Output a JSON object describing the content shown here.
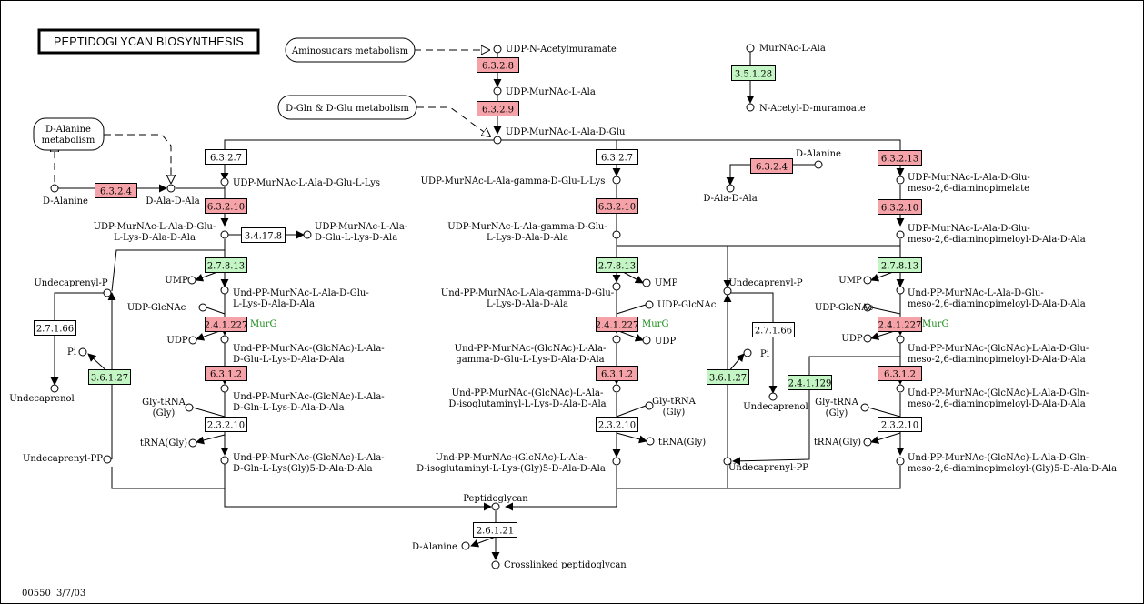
{
  "title": "PEPTIDOGLYCAN BIOSYNTHESIS",
  "footer": {
    "map_id": "00550",
    "date": "3/7/03"
  },
  "links": [
    {
      "id": "aminosugars",
      "label": "Aminosugars metabolism"
    },
    {
      "id": "dgln",
      "label": "D-Gln & D-Glu metabolism"
    },
    {
      "id": "dala",
      "label": [
        "D-Alanine",
        "metabolism"
      ]
    }
  ],
  "enzymes": [
    {
      "id": "e6328",
      "label": "6.3.2.8",
      "color": "pink"
    },
    {
      "id": "e6329",
      "label": "6.3.2.9",
      "color": "pink"
    },
    {
      "id": "e35128",
      "label": "3.5.1.28",
      "color": "green"
    },
    {
      "id": "e6324a",
      "label": "6.3.2.4",
      "color": "pink"
    },
    {
      "id": "e6327a",
      "label": "6.3.2.7",
      "color": "white"
    },
    {
      "id": "e63210a",
      "label": "6.3.2.10",
      "color": "pink"
    },
    {
      "id": "e34178",
      "label": "3.4.17.8",
      "color": "white"
    },
    {
      "id": "e27813a",
      "label": "2.7.8.13",
      "color": "green"
    },
    {
      "id": "e24127a",
      "label": "2.4.1.227",
      "color": "pink"
    },
    {
      "id": "e6312a",
      "label": "6.3.1.2",
      "color": "pink"
    },
    {
      "id": "e23210a",
      "label": "2.3.2.10",
      "color": "white"
    },
    {
      "id": "e27166a",
      "label": "2.7.1.66",
      "color": "white"
    },
    {
      "id": "e36127a",
      "label": "3.6.1.27",
      "color": "green"
    },
    {
      "id": "e6327b",
      "label": "6.3.2.7",
      "color": "white"
    },
    {
      "id": "e63210b",
      "label": "6.3.2.10",
      "color": "pink"
    },
    {
      "id": "e27813b",
      "label": "2.7.8.13",
      "color": "green"
    },
    {
      "id": "e24127b",
      "label": "2.4.1.227",
      "color": "pink"
    },
    {
      "id": "e6312b",
      "label": "6.3.1.2",
      "color": "pink"
    },
    {
      "id": "e23210b",
      "label": "2.3.2.10",
      "color": "white"
    },
    {
      "id": "e6324b",
      "label": "6.3.2.4",
      "color": "pink"
    },
    {
      "id": "e27166b",
      "label": "2.7.1.66",
      "color": "white"
    },
    {
      "id": "e36127b",
      "label": "3.6.1.27",
      "color": "green"
    },
    {
      "id": "e241129",
      "label": "2.4.1.129",
      "color": "green"
    },
    {
      "id": "e63213",
      "label": "6.3.2.13",
      "color": "pink"
    },
    {
      "id": "e63210c",
      "label": "6.3.2.10",
      "color": "pink"
    },
    {
      "id": "e27813c",
      "label": "2.7.8.13",
      "color": "green"
    },
    {
      "id": "e24127c",
      "label": "2.4.1.227",
      "color": "pink"
    },
    {
      "id": "e6312c",
      "label": "6.3.1.2",
      "color": "pink"
    },
    {
      "id": "e23210c",
      "label": "2.3.2.10",
      "color": "white"
    },
    {
      "id": "e26121",
      "label": "2.6.1.21",
      "color": "white"
    }
  ],
  "gene_labels": [
    {
      "id": "murg1",
      "label": "MurG"
    },
    {
      "id": "murg2",
      "label": "MurG"
    },
    {
      "id": "murg3",
      "label": "MurG"
    }
  ],
  "compounds": [
    {
      "id": "c1",
      "lines": [
        "UDP-N-Acetylmuramate"
      ]
    },
    {
      "id": "c2",
      "lines": [
        "UDP-MurNAc-L-Ala"
      ]
    },
    {
      "id": "c3",
      "lines": [
        "UDP-MurNAc-L-Ala-D-Glu"
      ]
    },
    {
      "id": "c4",
      "lines": [
        "MurNAc-L-Ala"
      ]
    },
    {
      "id": "c5",
      "lines": [
        "N-Acetyl-D-muramoate"
      ]
    },
    {
      "id": "c6",
      "lines": [
        "D-Alanine"
      ]
    },
    {
      "id": "c7",
      "lines": [
        "D-Ala-D-Ala"
      ]
    },
    {
      "id": "c8",
      "lines": [
        "UDP-MurNAc-L-Ala-D-Glu-L-Lys"
      ]
    },
    {
      "id": "c9",
      "lines": [
        "UDP-MurNAc-L-Ala-D-Glu-",
        "L-Lys-D-Ala-D-Ala"
      ]
    },
    {
      "id": "c10",
      "lines": [
        "UDP-MurNAc-L-Ala-",
        "D-Glu-L-Lys-D-Ala"
      ]
    },
    {
      "id": "c11",
      "lines": [
        "Undecaprenyl-P"
      ]
    },
    {
      "id": "c12",
      "lines": [
        "UMP"
      ]
    },
    {
      "id": "c13",
      "lines": [
        "Und-PP-MurNAc-L-Ala-D-Glu-",
        "L-Lys-D-Ala-D-Ala"
      ]
    },
    {
      "id": "c14",
      "lines": [
        "UDP-GlcNAc"
      ]
    },
    {
      "id": "c15",
      "lines": [
        "UDP"
      ]
    },
    {
      "id": "c16",
      "lines": [
        "Und-PP-MurNAc-(GlcNAc)-L-Ala-",
        "D-Glu-L-Lys-D-Ala-D-Ala"
      ]
    },
    {
      "id": "c17",
      "lines": [
        "Pi"
      ]
    },
    {
      "id": "c18",
      "lines": [
        "Undecaprenol"
      ]
    },
    {
      "id": "c19",
      "lines": [
        "Gly-tRNA",
        "(Gly)"
      ]
    },
    {
      "id": "c20",
      "lines": [
        "Und-PP-MurNAc-(GlcNAc)-L-Ala-",
        "D-Gln-L-Lys-D-Ala-D-Ala"
      ]
    },
    {
      "id": "c21",
      "lines": [
        "tRNA(Gly)"
      ]
    },
    {
      "id": "c22",
      "lines": [
        "Undecaprenyl-PP"
      ]
    },
    {
      "id": "c23",
      "lines": [
        "Und-PP-MurNAc-(GlcNAc)-L-Ala-",
        "D-Gln-L-Lys(Gly)5-D-Ala-D-Ala"
      ]
    },
    {
      "id": "c24",
      "lines": [
        "UDP-MurNAc-L-Ala-gamma-D-Glu-L-Lys"
      ]
    },
    {
      "id": "c25",
      "lines": [
        "UDP-MurNAc-L-Ala-gamma-D-Glu-",
        "L-Lys-D-Ala-D-Ala"
      ]
    },
    {
      "id": "c26",
      "lines": [
        "UMP"
      ]
    },
    {
      "id": "c27",
      "lines": [
        "Und-PP-MurNAc-L-Ala-gamma-D-Glu-",
        "L-Lys-D-Ala-D-Ala"
      ]
    },
    {
      "id": "c28",
      "lines": [
        "UDP-GlcNAc"
      ]
    },
    {
      "id": "c29",
      "lines": [
        "UDP"
      ]
    },
    {
      "id": "c30",
      "lines": [
        "Und-PP-MurNAc-(GlcNAc)-L-Ala-",
        "gamma-D-Glu-L-Lys-D-Ala-D-Ala"
      ]
    },
    {
      "id": "c31",
      "lines": [
        "Gly-tRNA",
        "(Gly)"
      ]
    },
    {
      "id": "c32",
      "lines": [
        "Und-PP-MurNAc-(GlcNAc)-L-Ala-",
        "D-isoglutaminyl-L-Lys-D-Ala-D-Ala"
      ]
    },
    {
      "id": "c33",
      "lines": [
        "tRNA(Gly)"
      ]
    },
    {
      "id": "c34",
      "lines": [
        "Und-PP-MurNAc-(GlcNAc)-L-Ala-",
        "D-isoglutaminyl-L-Lys-(Gly)5-D-Ala-D-Ala"
      ]
    },
    {
      "id": "c35",
      "lines": [
        "D-Alanine"
      ]
    },
    {
      "id": "c36",
      "lines": [
        "D-Ala-D-Ala"
      ]
    },
    {
      "id": "c37",
      "lines": [
        "Undecaprenyl-P"
      ]
    },
    {
      "id": "c38",
      "lines": [
        "Pi"
      ]
    },
    {
      "id": "c39",
      "lines": [
        "Undecaprenol"
      ]
    },
    {
      "id": "c40",
      "lines": [
        "Undecaprenyl-PP"
      ]
    },
    {
      "id": "c41",
      "lines": [
        "UDP-MurNAc-L-Ala-D-Glu-",
        "meso-2,6-diaminopimelate"
      ]
    },
    {
      "id": "c42",
      "lines": [
        "UDP-MurNAc-L-Ala-D-Glu-",
        "meso-2,6-diaminopimeloyl-D-Ala-D-Ala"
      ]
    },
    {
      "id": "c43",
      "lines": [
        "UMP"
      ]
    },
    {
      "id": "c44",
      "lines": [
        "Und-PP-MurNAc-L-Ala-D-Glu-",
        "meso-2,6-diaminopimeloyl-D-Ala-D-Ala"
      ]
    },
    {
      "id": "c45",
      "lines": [
        "UDP-GlcNAc"
      ]
    },
    {
      "id": "c46",
      "lines": [
        "UDP"
      ]
    },
    {
      "id": "c47",
      "lines": [
        "Und-PP-MurNAc-(GlcNAc)-L-Ala-D-Glu-",
        "meso-2,6-diaminopimeloyl-D-Ala-D-Ala"
      ]
    },
    {
      "id": "c48",
      "lines": [
        "Gly-tRNA",
        "(Gly)"
      ]
    },
    {
      "id": "c49",
      "lines": [
        "Und-PP-MurNAc-(GlcNAc)-L-Ala-D-Gln-",
        "meso-2,6-diaminopimeloyl-D-Ala-D-Ala"
      ]
    },
    {
      "id": "c50",
      "lines": [
        "tRNA(Gly)"
      ]
    },
    {
      "id": "c51",
      "lines": [
        "Und-PP-MurNAc-(GlcNAc)-L-Ala-D-Gln-",
        "meso-2,6-diaminopimeloyl-(Gly)5-D-Ala-D-Ala"
      ]
    },
    {
      "id": "c52",
      "lines": [
        "Peptidoglycan"
      ]
    },
    {
      "id": "c53",
      "lines": [
        "D-Alanine"
      ]
    },
    {
      "id": "c54",
      "lines": [
        "Crosslinked peptidoglycan"
      ]
    }
  ],
  "colors": {
    "pink": "#f5a3a8",
    "green": "#c4f5c4",
    "white": "#ffffff"
  }
}
